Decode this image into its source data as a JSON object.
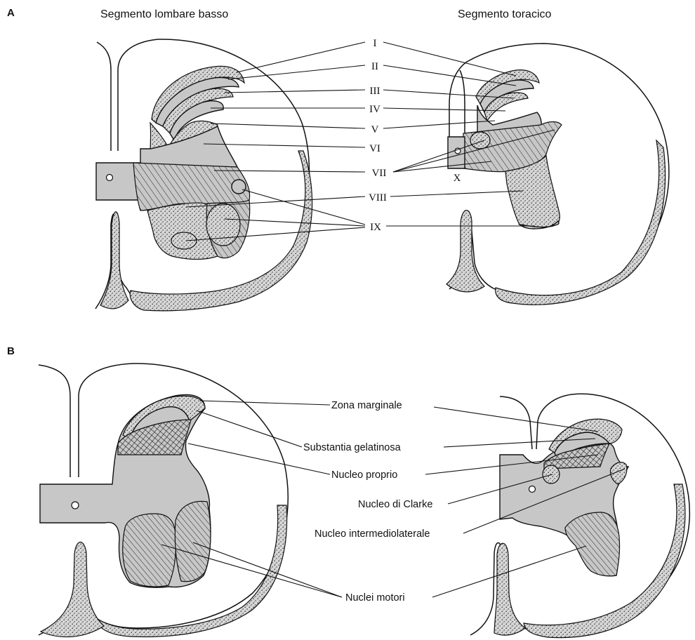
{
  "panel_a": {
    "letter": "A",
    "title_left": "Segmento lombare basso",
    "title_right": "Segmento toracico",
    "laminae": [
      "I",
      "II",
      "III",
      "IV",
      "V",
      "VI",
      "VII",
      "VIII",
      "IX"
    ],
    "lamina_x": "X"
  },
  "panel_b": {
    "letter": "B",
    "labels": {
      "zona_marginale": "Zona marginale",
      "substantia_gelatinosa": "Substantia gelatinosa",
      "nucleo_proprio": "Nucleo proprio",
      "nucleo_clarke": "Nucleo di Clarke",
      "nucleo_intermediolaterale": "Nucleo intermediolaterale",
      "nuclei_motori": "Nuclei motori"
    }
  },
  "colors": {
    "grey_matter": "#c7c7c7",
    "line": "#111111",
    "background": "#ffffff"
  }
}
